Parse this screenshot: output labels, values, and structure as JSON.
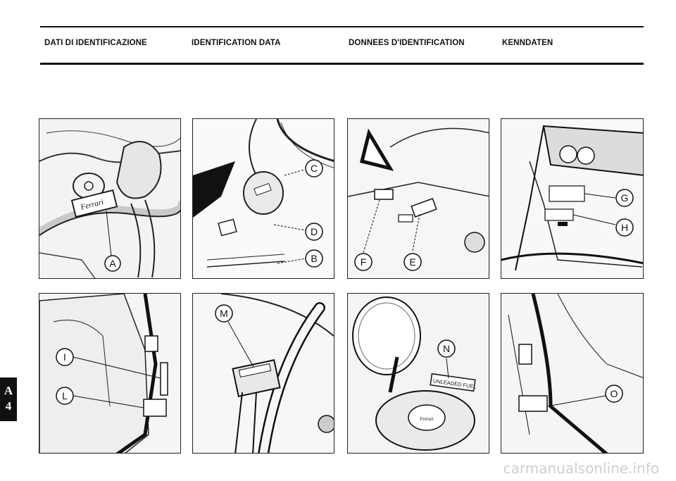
{
  "header": {
    "it": "DATI DI IDENTIFICAZIONE",
    "en": "IDENTIFICATION DATA",
    "fr": "DONNEES D'IDENTIFICATION",
    "de": "KENNDATEN"
  },
  "panels": {
    "p1": {
      "callouts": [
        "A"
      ],
      "plate_text": "Ferrari"
    },
    "p2": {
      "callouts": [
        "C",
        "D",
        "B"
      ]
    },
    "p3": {
      "callouts": [
        "F",
        "E"
      ]
    },
    "p4": {
      "callouts": [
        "G",
        "H"
      ]
    },
    "p5": {
      "callouts": [
        "I",
        "L"
      ]
    },
    "p6": {
      "callouts": [
        "M"
      ]
    },
    "p7": {
      "callouts": [
        "N"
      ],
      "label_text": "UNLEADED FUEL",
      "cap_text": "Ferrari"
    },
    "p8": {
      "callouts": [
        "O"
      ]
    }
  },
  "section_tab": {
    "line1": "A",
    "line2": "4"
  },
  "watermark": "carmanualsonline.info"
}
